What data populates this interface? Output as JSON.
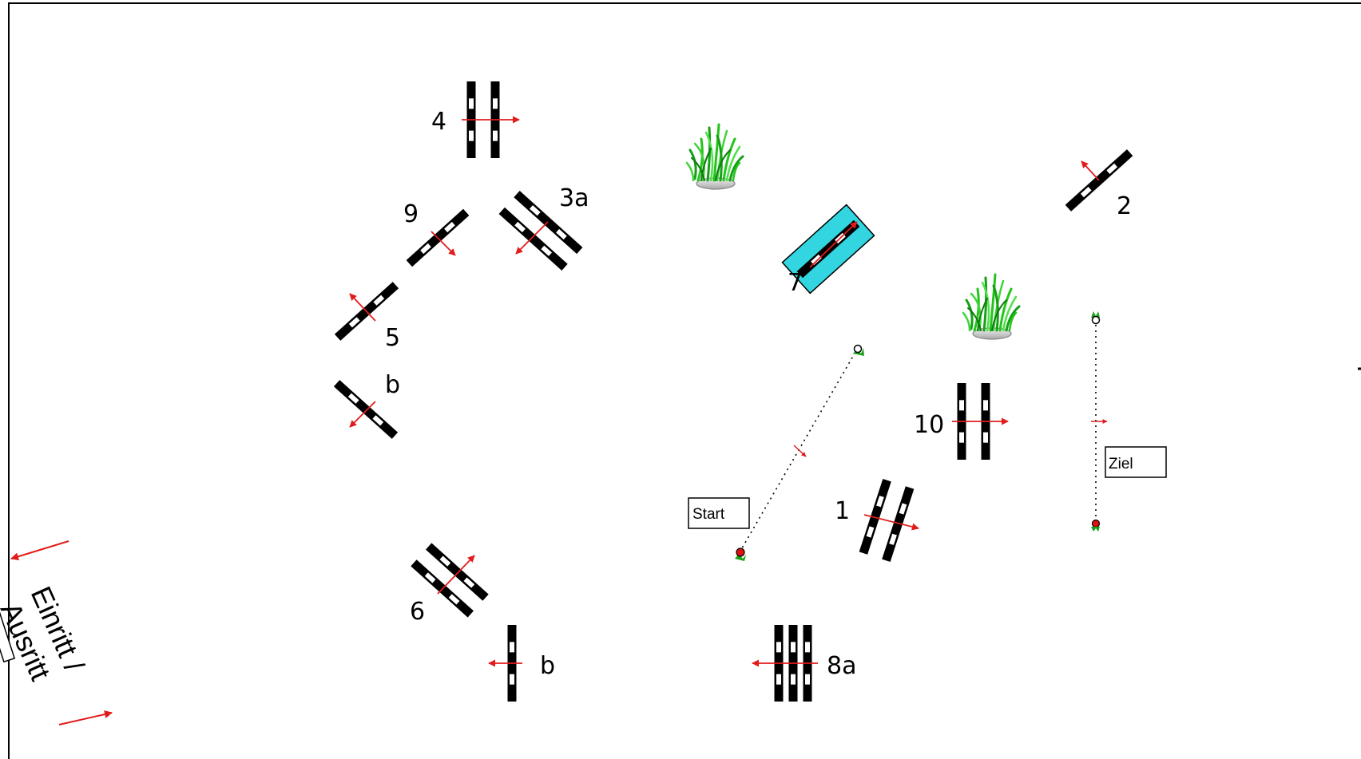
{
  "colors": {
    "pole": "#000000",
    "pole_gap": "#ffffff",
    "direction_arrow": "#e31b1b",
    "water": "#33d6e0",
    "grass": "#22c51a",
    "grass_dark": "#0d7a0d",
    "pot": "#c8c8c8",
    "flag_red": "#e01010",
    "flag_green": "#1aa31a"
  },
  "arena": {
    "entrance_label": "Einritt /\nAusritt",
    "entrance_line1": "Einritt /",
    "entrance_line2": "Ausritt"
  },
  "obstacles": [
    {
      "id": "1",
      "label": "1",
      "type": "oxer"
    },
    {
      "id": "2",
      "label": "2",
      "type": "vertical"
    },
    {
      "id": "3a",
      "label": "3a",
      "type": "oxer"
    },
    {
      "id": "4",
      "label": "4",
      "type": "oxer"
    },
    {
      "id": "5",
      "label": "5",
      "type": "vertical"
    },
    {
      "id": "5b",
      "label": "b",
      "type": "vertical"
    },
    {
      "id": "6",
      "label": "6",
      "type": "oxer"
    },
    {
      "id": "6b",
      "label": "b",
      "type": "vertical"
    },
    {
      "id": "7",
      "label": "7",
      "type": "water"
    },
    {
      "id": "8a",
      "label": "8a",
      "type": "triple-bar"
    },
    {
      "id": "9",
      "label": "9",
      "type": "vertical"
    },
    {
      "id": "10",
      "label": "10",
      "type": "oxer"
    }
  ],
  "start": {
    "label": "Start"
  },
  "finish": {
    "label": "Ziel"
  },
  "decorations": [
    {
      "icon": "grass-plant-icon"
    },
    {
      "icon": "grass-plant-icon"
    }
  ]
}
